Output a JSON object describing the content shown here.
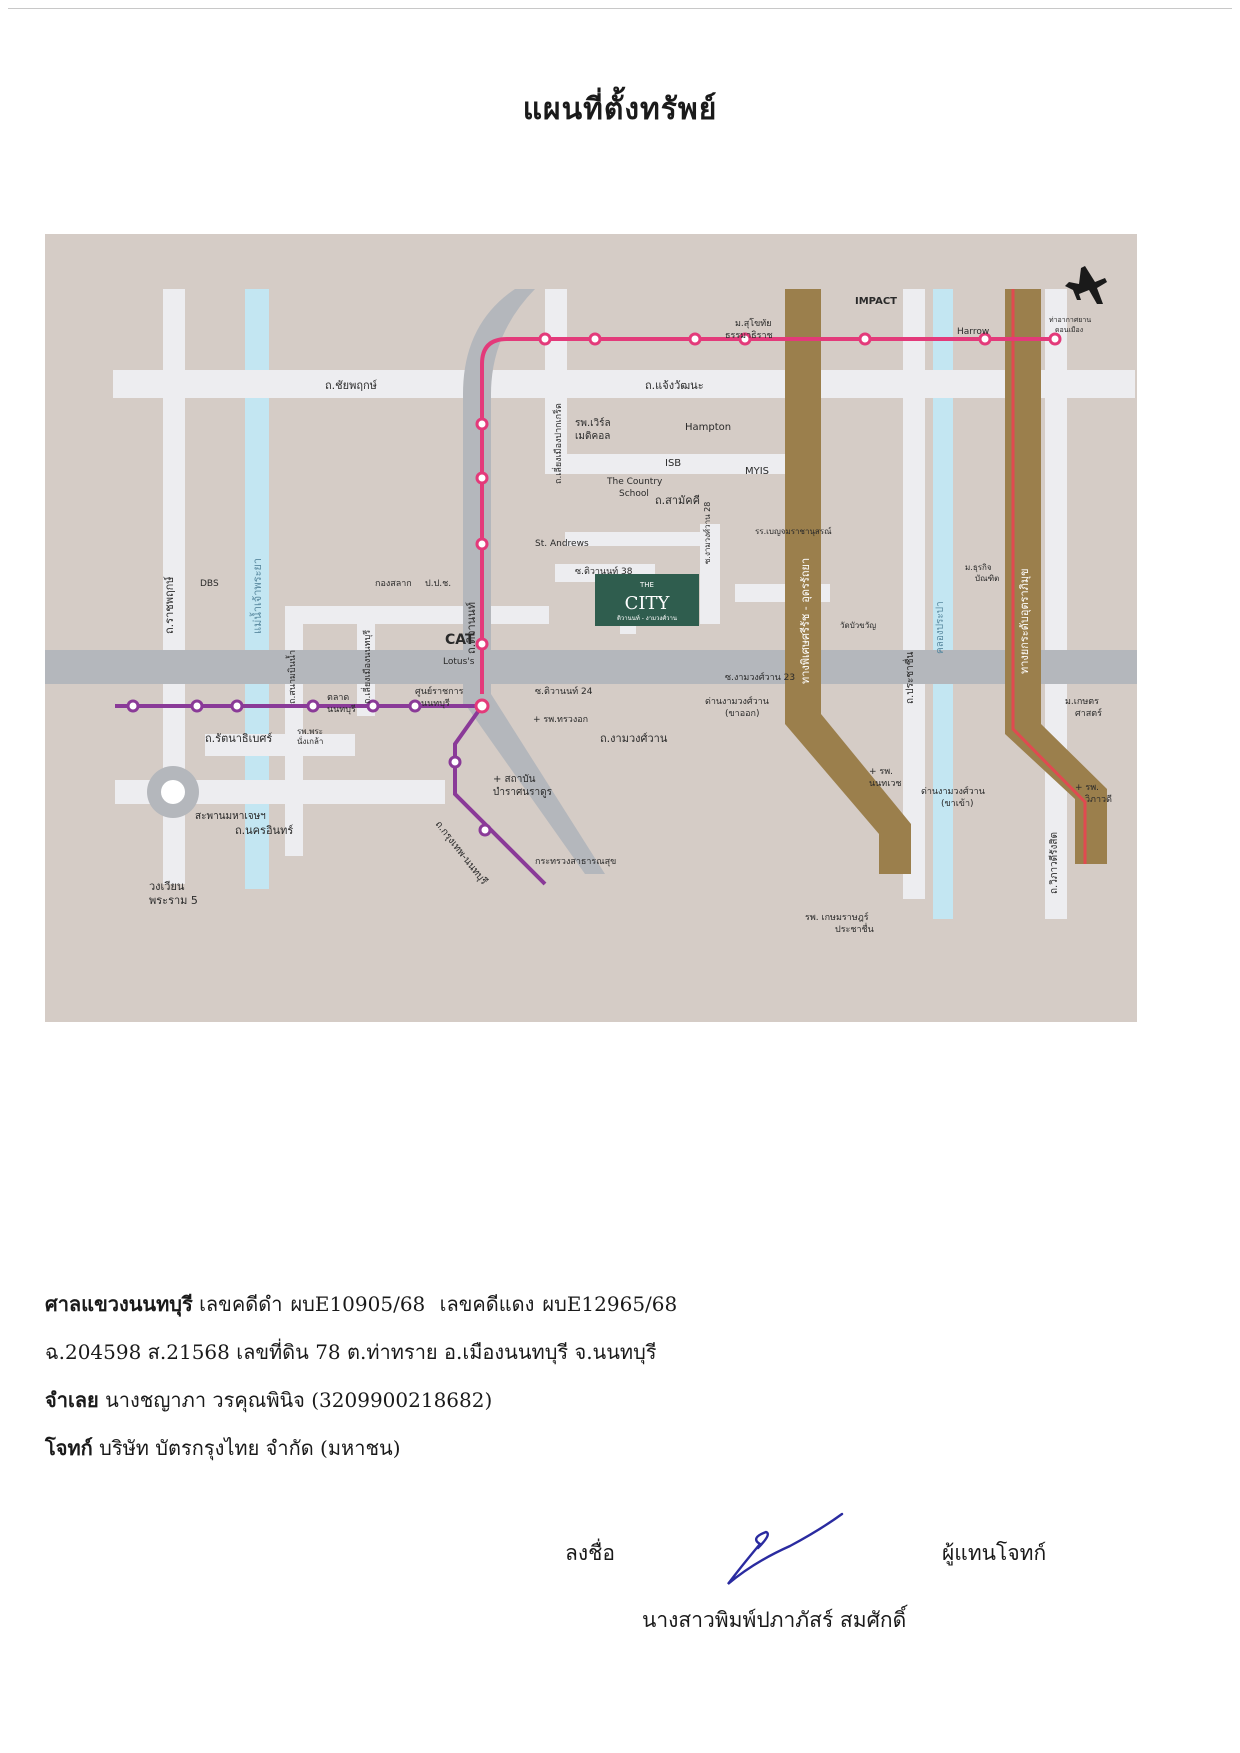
{
  "doc_title": "แผนที่ตั้งทรัพย์",
  "colors": {
    "map_bg": "#d5ccc6",
    "road": "#ededf0",
    "canal": "#c3e6f2",
    "purple_line": "#8a3a98",
    "pink_line": "#e33a7a",
    "brown_expressway": "#9b7f4c",
    "grey_road": "#b4b7bc",
    "red_line": "#e04a50"
  },
  "map": {
    "roads": {
      "chaiyaphruek": "ถ.ชัยพฤกษ์",
      "chaengwattana": "ถ.แจ้งวัฒนะ",
      "samakkhi": "ถ.สามัคคี",
      "tiwanon": "ถ.ติวานนท์",
      "soi_tiwanon_38": "ซ.ติวานนท์ 38",
      "soi_tiwanon_24": "ซ.ติวานนท์ 24",
      "soi_ngamwongwan_23": "ซ.งามวงศ์วาน 23",
      "soi_ngamwongwan_28": "ซ.งามวงศ์วาน 28",
      "ngamwongwan": "ถ.งามวงศ์วาน",
      "rattanathibet": "ถ.รัตนาธิเบศร์",
      "nakhon_in": "ถ.นครอินทร์",
      "krungthep_nonthaburi": "ถ.กรุงเทพ-นนทบุรี",
      "ratchaphruek": "ถ.ราชพฤกษ์",
      "sanambinnam": "ถ.สนามบินน้ำ",
      "liap_mueang": "ถ.เลี่ยงเมืองนนทบุรี",
      "liap_mueang_pakkret": "ถ.เลี่ยงเมืองปากเกร็ด",
      "prachachuen": "ถ.ประชาชื่น",
      "vibhavadi": "ถ.วิภาวดีรังสิต",
      "chao_phraya": "แม่น้ำเจ้าพระยา",
      "khlong_prapa": "คลองประปา",
      "sirat_expressway": "ทางพิเศษศรีรัช - อุดรรัถยา",
      "don_mueang_tollway": "ทางยกระดับอุตราภิมุข",
      "phra_nangklao_bridge": "สะพานมหาเจษฯ",
      "roundabout": "วงเวียน",
      "roundabout2": "พระราม 5"
    },
    "places": {
      "project_small": "THE",
      "project_name": "CITY",
      "project_sub": "ติวานนท์ - งามวงศ์วาน",
      "country_school_1": "The Country",
      "country_school_2": "School",
      "st_andrews": "St. Andrews",
      "hampton": "Hampton",
      "isb": "ISB",
      "myis": "MYIS",
      "dbs": "DBS",
      "harrow": "Harrow",
      "impact": "IMPACT",
      "cat": "CAT",
      "lotus": "Lotus's",
      "world_medical_1": "รพ.เวิร์ล",
      "world_medical_2": "เมดิคอล",
      "sukhothai_1": "ม.สุโขทัย",
      "sukhothai_2": "ธรรมาธิราช",
      "benchama": "รร.เบญจมราชานุสรณ์",
      "market_1": "ตลาด",
      "market_2": "นนทบุรี",
      "gov_center_1": "ศูนย์ราชการ",
      "gov_center_2": "นนทบุรี",
      "dgs": "กองสลาก",
      "ppj": "ป.ป.ช.",
      "toll_out_1": "ด่านงามวงศ์วาน",
      "toll_out_2": "(ขาออก)",
      "toll_in_1": "ด่านงามวงศ์วาน",
      "toll_in_2": "(ขาเข้า)",
      "chest_hosp": "+ รพ.ทรวงอก",
      "bamrasnaradura_1": "+ สถาบัน",
      "bamrasnaradura_2": "บำราศนราดูร",
      "moph": "กระทรวงสาธารณสุข",
      "pranangklao_1": "รพ.พระ",
      "pranangklao_2": "นั่งเกล้า",
      "kasemrad_1": "รพ. เกษมราษฎร์",
      "kasemrad_2": "ประชาชื่น",
      "kasetsart_1": "ม.เกษตร",
      "kasetsart_2": "ศาสตร์",
      "vibhavadi_hosp_1": "+ รพ.",
      "vibhavadi_hosp_2": "วิภาวดี",
      "wat_buakhwan": "วัดบัวขวัญ",
      "bundit_1": "ม.ธุรกิจ",
      "bundit_2": "บัณฑิต",
      "don_mueang_airport_1": "ท่าอากาศยาน",
      "don_mueang_airport_2": "ดอนเมือง",
      "nonthaburi_hosp_1": "+ รพ.",
      "nonthaburi_hosp_2": "นนทเวช"
    }
  },
  "case": {
    "court": "ศาลแขวงนนทบุรี",
    "black_case_label": "เลขคดีดำ",
    "black_case_no": "ผบE10905/68",
    "red_case_label": "เลขคดีแดง",
    "red_case_no": "ผบE12965/68",
    "deed_line": "ฉ.204598 ส.21568 เลขที่ดิน 78 ต.ท่าทราย อ.เมืองนนทบุรี จ.นนทบุรี",
    "defendant_label": "จำเลย",
    "defendant": "นางชญาภา วรคุณพินิจ (3209900218682)",
    "plaintiff_label": "โจทก์",
    "plaintiff": "บริษัท บัตรกรุงไทย จำกัด (มหาชน)"
  },
  "signature": {
    "sign_label": "ลงชื่อ",
    "role": "ผู้แทนโจทก์",
    "name": "นางสาวพิมพ์ปภาภัสร์ สมศักดิ์"
  }
}
